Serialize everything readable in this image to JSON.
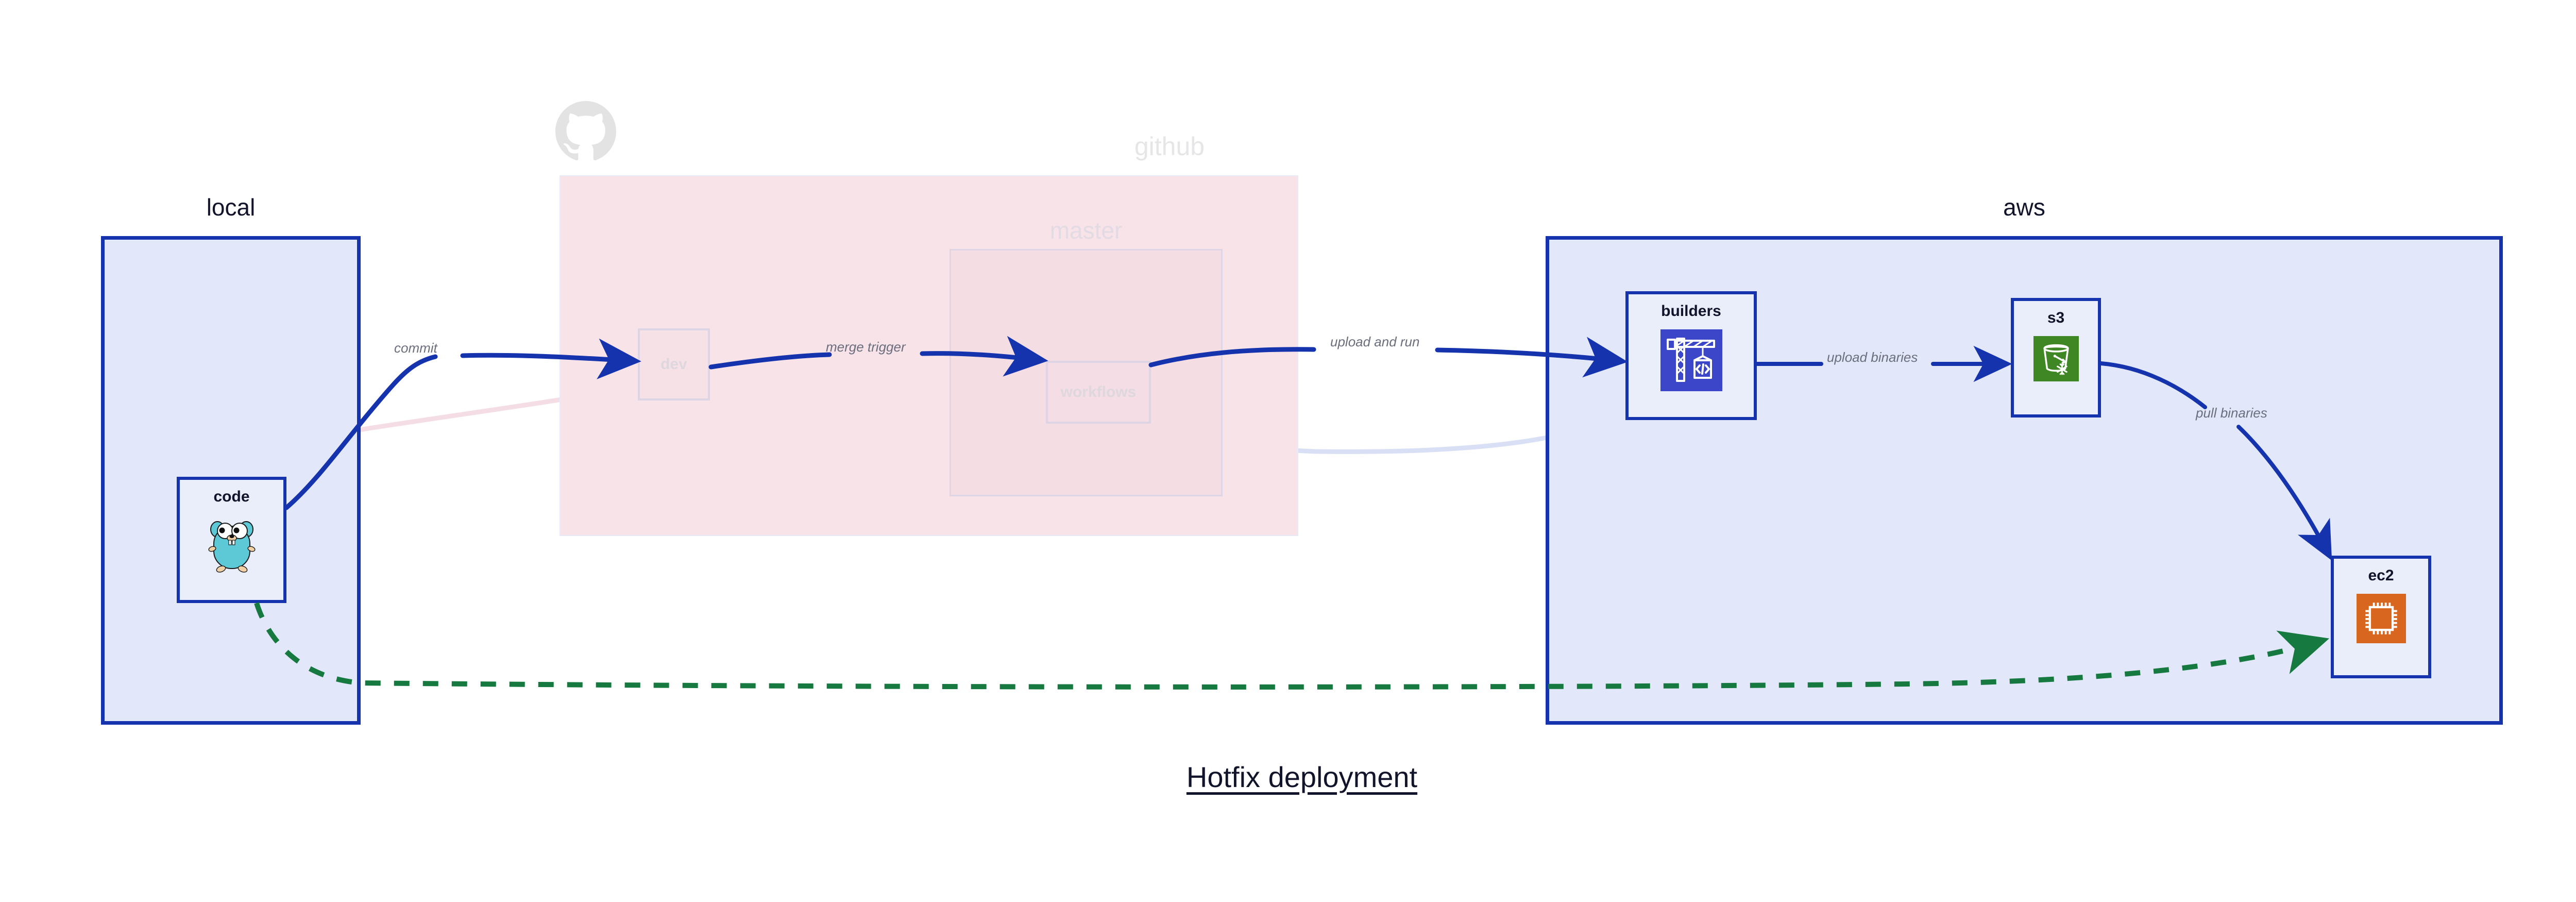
{
  "diagram": {
    "title": "Hotfix deployment",
    "background": "#ffffff",
    "accent_blue": "#1433ad",
    "accent_green": "#16793f",
    "faded_pink_fill": "#f7e3e8",
    "solid_fill": "#e2e7fa",
    "node_fill": "#eaeefb",
    "label_gray": "#6b6e7d"
  },
  "containers": [
    {
      "id": "local",
      "label": "local",
      "style": "solid",
      "active": true
    },
    {
      "id": "github",
      "label": "github",
      "style": "faded",
      "active": false,
      "logo": "github-octocat-icon"
    },
    {
      "id": "master",
      "label": "master",
      "style": "faded-inner",
      "active": false
    },
    {
      "id": "aws",
      "label": "aws",
      "style": "solid",
      "active": true
    }
  ],
  "nodes": [
    {
      "id": "code",
      "label": "code",
      "parent": "local",
      "icon": "go-gopher-icon",
      "active": true
    },
    {
      "id": "dev",
      "label": "dev",
      "parent": "github",
      "icon": null,
      "active": false
    },
    {
      "id": "workflows",
      "label": "workflows",
      "parent": "master",
      "icon": null,
      "active": false
    },
    {
      "id": "builders",
      "label": "builders",
      "parent": "aws",
      "icon": "aws-codebuild-crane-icon",
      "icon_color": "#3c46c8",
      "active": true
    },
    {
      "id": "s3",
      "label": "s3",
      "parent": "aws",
      "icon": "aws-s3-glacier-bucket-icon",
      "icon_color": "#3f8624",
      "active": true
    },
    {
      "id": "ec2",
      "label": "ec2",
      "parent": "aws",
      "icon": "aws-ec2-cpu-icon",
      "icon_color": "#d9661f",
      "active": true
    }
  ],
  "edges": [
    {
      "id": "commit",
      "label": "commit",
      "from": "code",
      "to": "dev",
      "style": "solid",
      "color": "#1433ad",
      "active": true
    },
    {
      "id": "merge-trigger",
      "label": "merge trigger",
      "from": "dev",
      "to": "workflows",
      "style": "solid",
      "color": "#1433ad",
      "active": true
    },
    {
      "id": "upload-and-run",
      "label": "upload and run",
      "from": "workflows",
      "to": "builders",
      "style": "solid",
      "color": "#1433ad",
      "active": true
    },
    {
      "id": "upload-binaries",
      "label": "upload binaries",
      "from": "builders",
      "to": "s3",
      "style": "solid",
      "color": "#1433ad",
      "active": true
    },
    {
      "id": "pull-binaries",
      "label": "pull binaries",
      "from": "s3",
      "to": "ec2",
      "style": "solid",
      "color": "#1433ad",
      "active": true
    },
    {
      "id": "hotfix-direct",
      "label": "",
      "from": "code",
      "to": "ec2",
      "style": "dashed",
      "color": "#16793f",
      "active": true
    },
    {
      "id": "faded-code-dev",
      "label": "",
      "from": "code",
      "to": "dev",
      "style": "faded",
      "color": "#f3dce3",
      "active": false
    },
    {
      "id": "faded-dev-workflows",
      "label": "",
      "from": "dev",
      "to": "workflows",
      "style": "faded",
      "color": "#dedbea",
      "active": false
    },
    {
      "id": "faded-workflows-builders",
      "label": "",
      "from": "workflows",
      "to": "builders",
      "style": "faded",
      "color": "#dbe1f5",
      "active": false
    }
  ]
}
